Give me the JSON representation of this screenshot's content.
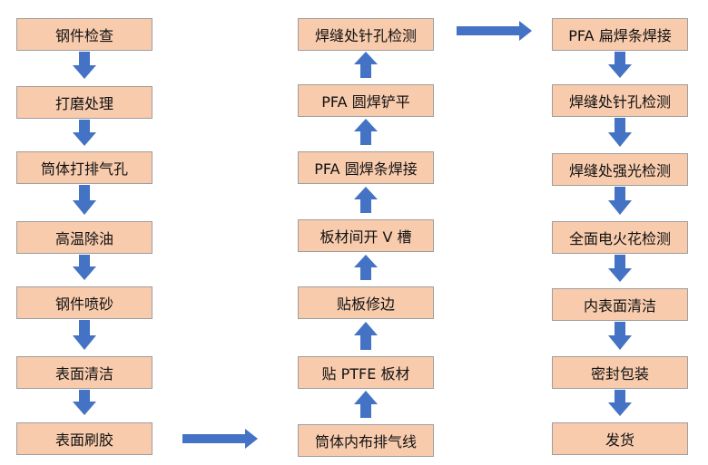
{
  "colors": {
    "box_fill": "#f8cbad",
    "box_border": "#9e9e9e",
    "arrow": "#4472c4"
  },
  "column1": [
    "钢件检查",
    "打磨处理",
    "筒体打排气孔",
    "高温除油",
    "钢件喷砂",
    "表面清洁",
    "表面刷胶"
  ],
  "column2": [
    "焊缝处针孔检测",
    "PFA 圆焊铲平",
    "PFA 圆焊条焊接",
    "板材间开 V 槽",
    "贴板修边",
    "贴 PTFE 板材",
    "筒体内布排气线"
  ],
  "column3": [
    "PFA 扁焊条焊接",
    "焊缝处针孔检测",
    "焊缝处强光检测",
    "全面电火花检测",
    "内表面清洁",
    "密封包装",
    "发货"
  ]
}
